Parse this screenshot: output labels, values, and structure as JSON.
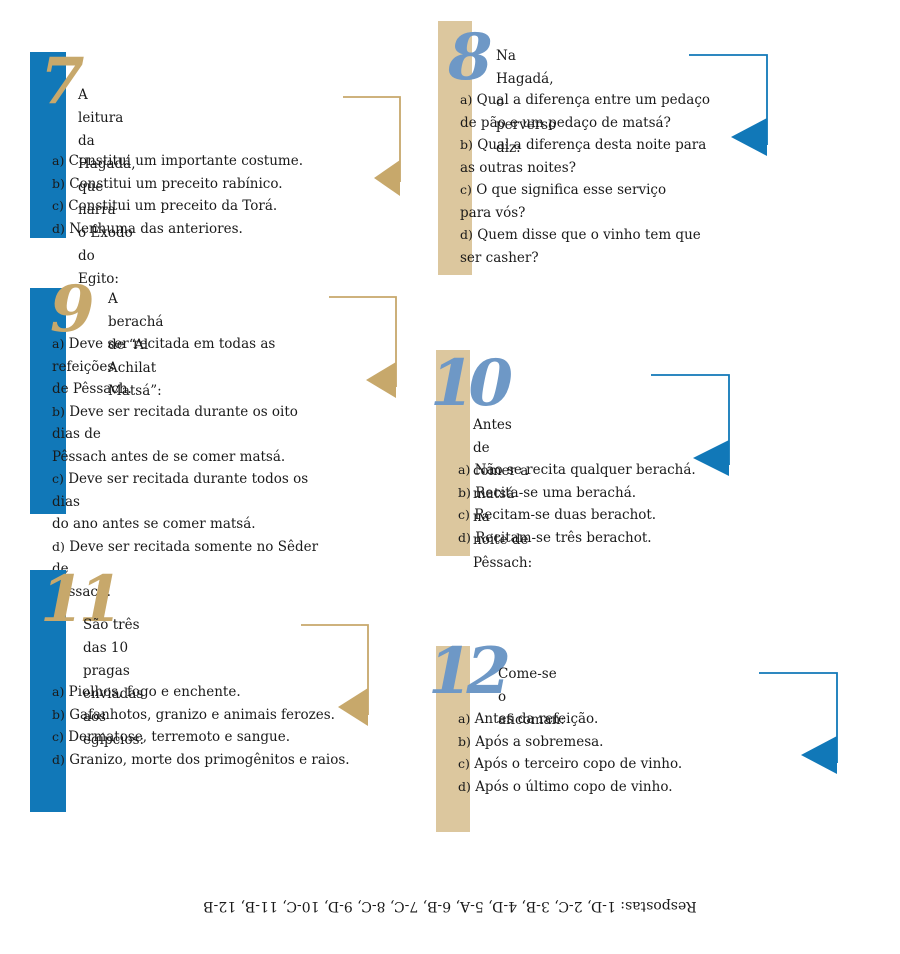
{
  "colors": {
    "blue": "#1178b8",
    "tan": "#dcc79e",
    "gold": "#c7a86b",
    "light_blue": "#6e98c6"
  },
  "questions": [
    {
      "number": "7",
      "stem": "A leitura da Hagadá, que narra\no Êxodo do Egito:",
      "options": [
        {
          "key": "a)",
          "text": "Constitui um importante costume."
        },
        {
          "key": "b)",
          "text": "Constitui um preceito rabínico."
        },
        {
          "key": "c)",
          "text": "Constitui um preceito da Torá."
        },
        {
          "key": "d)",
          "text": "Nenhuma das anteriores."
        }
      ]
    },
    {
      "number": "8",
      "stem": "Na Hagadá, o perverso diz:",
      "options": [
        {
          "key": "a)",
          "text": "Qual a diferença entre um pedaço\nde pão e um pedaço de matsá?"
        },
        {
          "key": "b)",
          "text": "Qual a diferença desta noite para\nas outras noites?"
        },
        {
          "key": "c)",
          "text": "O que significa esse serviço\npara vós?"
        },
        {
          "key": "d)",
          "text": "Quem disse que o vinho tem que\nser casher?"
        }
      ]
    },
    {
      "number": "9",
      "stem": "A berachá de “Al Achilat Matsá”:",
      "options": [
        {
          "key": "a)",
          "text": "Deve ser recitada em todas as refeições\nde Pêssach."
        },
        {
          "key": "b)",
          "text": "Deve ser recitada durante os oito dias de\nPêssach antes de se comer matsá."
        },
        {
          "key": "c)",
          "text": "Deve ser recitada durante todos os dias\ndo ano antes se comer matsá."
        },
        {
          "key": "d)",
          "text": "Deve ser recitada somente no Sêder de\nPêssach."
        }
      ]
    },
    {
      "number": "10",
      "stem": "Antes de comer a matsá na\nnoite de Pêssach:",
      "options": [
        {
          "key": "a)",
          "text": "Não se recita qualquer berachá."
        },
        {
          "key": "b)",
          "text": "Recita-se uma berachá."
        },
        {
          "key": "c)",
          "text": "Recitam-se duas berachot."
        },
        {
          "key": "d)",
          "text": "Recitam-se três berachot."
        }
      ]
    },
    {
      "number": "11",
      "stem": "São três das 10 pragas enviadas\naos egípcios:",
      "options": [
        {
          "key": "a)",
          "text": "Piolhos, fogo e enchente."
        },
        {
          "key": "b)",
          "text": "Gafanhotos, granizo e animais ferozes."
        },
        {
          "key": "c)",
          "text": "Dermatose, terremoto e sangue."
        },
        {
          "key": "d)",
          "text": "Granizo, morte dos primogênitos e raios."
        }
      ]
    },
    {
      "number": "12",
      "stem": "Come-se o aficoman:",
      "options": [
        {
          "key": "a)",
          "text": "Antes da refeição."
        },
        {
          "key": "b)",
          "text": "Após a sobremesa."
        },
        {
          "key": "c)",
          "text": "Após o terceiro copo de vinho."
        },
        {
          "key": "d)",
          "text": "Após o último copo de vinho."
        }
      ]
    }
  ],
  "answers": "Respostas: 1-D, 2-C, 3-B, 4-D, 5-A, 6-B, 7-C, 8-C, 9-D, 10-C, 11-B, 12-B"
}
